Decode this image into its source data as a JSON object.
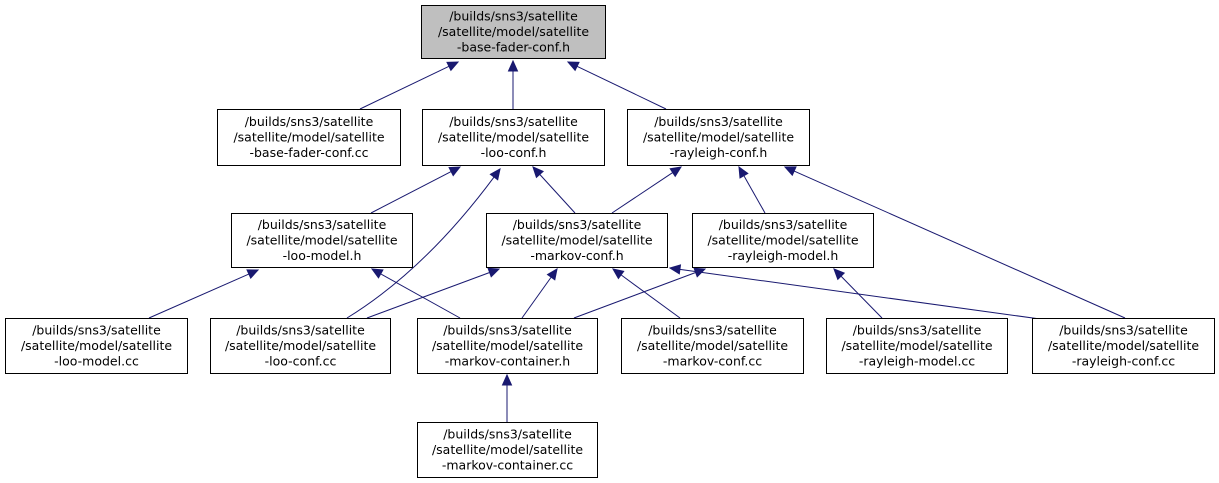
{
  "graph": {
    "title": "",
    "colors": {
      "edge": "#191970",
      "root_fill": "#bfbfbf",
      "node_fill": "#ffffff",
      "border": "#000000"
    },
    "nodes": [
      {
        "id": "base_fader_conf_h",
        "lines": [
          "/builds/sns3/satellite",
          "/satellite/model/satellite",
          "-base-fader-conf.h"
        ],
        "root": true
      },
      {
        "id": "base_fader_conf_cc",
        "lines": [
          "/builds/sns3/satellite",
          "/satellite/model/satellite",
          "-base-fader-conf.cc"
        ]
      },
      {
        "id": "loo_conf_h",
        "lines": [
          "/builds/sns3/satellite",
          "/satellite/model/satellite",
          "-loo-conf.h"
        ]
      },
      {
        "id": "rayleigh_conf_h",
        "lines": [
          "/builds/sns3/satellite",
          "/satellite/model/satellite",
          "-rayleigh-conf.h"
        ]
      },
      {
        "id": "loo_model_h",
        "lines": [
          "/builds/sns3/satellite",
          "/satellite/model/satellite",
          "-loo-model.h"
        ]
      },
      {
        "id": "markov_conf_h",
        "lines": [
          "/builds/sns3/satellite",
          "/satellite/model/satellite",
          "-markov-conf.h"
        ]
      },
      {
        "id": "rayleigh_model_h",
        "lines": [
          "/builds/sns3/satellite",
          "/satellite/model/satellite",
          "-rayleigh-model.h"
        ]
      },
      {
        "id": "loo_model_cc",
        "lines": [
          "/builds/sns3/satellite",
          "/satellite/model/satellite",
          "-loo-model.cc"
        ]
      },
      {
        "id": "loo_conf_cc",
        "lines": [
          "/builds/sns3/satellite",
          "/satellite/model/satellite",
          "-loo-conf.cc"
        ]
      },
      {
        "id": "markov_container_h",
        "lines": [
          "/builds/sns3/satellite",
          "/satellite/model/satellite",
          "-markov-container.h"
        ]
      },
      {
        "id": "markov_conf_cc",
        "lines": [
          "/builds/sns3/satellite",
          "/satellite/model/satellite",
          "-markov-conf.cc"
        ]
      },
      {
        "id": "rayleigh_model_cc",
        "lines": [
          "/builds/sns3/satellite",
          "/satellite/model/satellite",
          "-rayleigh-model.cc"
        ]
      },
      {
        "id": "rayleigh_conf_cc",
        "lines": [
          "/builds/sns3/satellite",
          "/satellite/model/satellite",
          "-rayleigh-conf.cc"
        ]
      },
      {
        "id": "markov_container_cc",
        "lines": [
          "/builds/sns3/satellite",
          "/satellite/model/satellite",
          "-markov-container.cc"
        ]
      }
    ],
    "edges": [
      {
        "from": "base_fader_conf_cc",
        "to": "base_fader_conf_h"
      },
      {
        "from": "loo_conf_h",
        "to": "base_fader_conf_h"
      },
      {
        "from": "rayleigh_conf_h",
        "to": "base_fader_conf_h"
      },
      {
        "from": "loo_model_h",
        "to": "loo_conf_h"
      },
      {
        "from": "loo_conf_cc",
        "to": "loo_conf_h"
      },
      {
        "from": "markov_conf_h",
        "to": "loo_conf_h"
      },
      {
        "from": "markov_conf_h",
        "to": "rayleigh_conf_h"
      },
      {
        "from": "rayleigh_model_h",
        "to": "rayleigh_conf_h"
      },
      {
        "from": "rayleigh_conf_cc",
        "to": "rayleigh_conf_h"
      },
      {
        "from": "loo_model_cc",
        "to": "loo_model_h"
      },
      {
        "from": "markov_container_h",
        "to": "loo_model_h"
      },
      {
        "from": "loo_conf_cc",
        "to": "markov_conf_h"
      },
      {
        "from": "markov_container_h",
        "to": "markov_conf_h"
      },
      {
        "from": "markov_conf_cc",
        "to": "markov_conf_h"
      },
      {
        "from": "rayleigh_conf_cc",
        "to": "markov_conf_h"
      },
      {
        "from": "markov_container_h",
        "to": "rayleigh_model_h"
      },
      {
        "from": "rayleigh_model_cc",
        "to": "rayleigh_model_h"
      },
      {
        "from": "markov_container_cc",
        "to": "markov_container_h"
      }
    ]
  }
}
